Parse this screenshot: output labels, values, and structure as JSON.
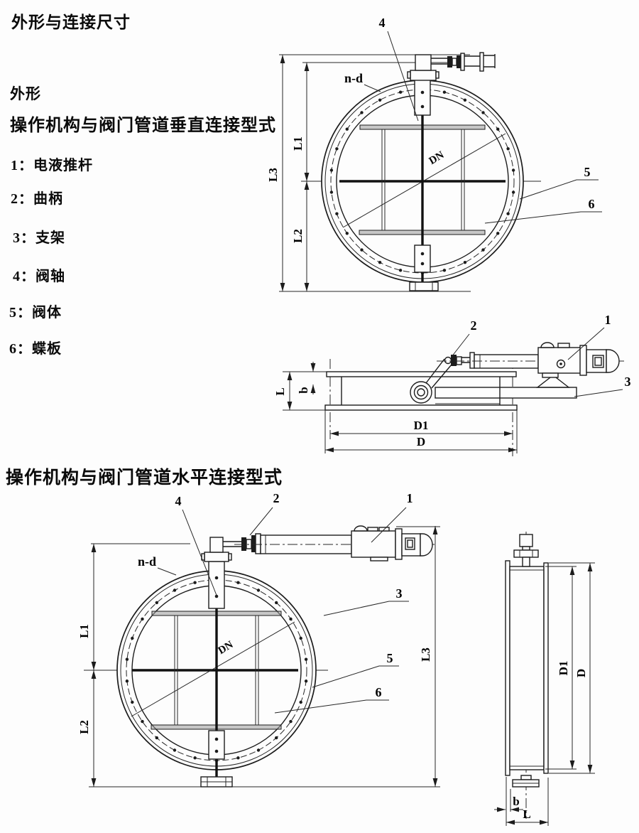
{
  "page": {
    "title": "外形与连接尺寸",
    "outline_label": "外形",
    "vertical_section_heading": "操作机构与阀门管道垂直连接型式",
    "horizontal_section_heading": "操作机构与阀门管道水平连接型式",
    "ink": "#1c1c1c",
    "paper": "#fdfdfd"
  },
  "legend": {
    "items": [
      {
        "label": "1：电液推杆"
      },
      {
        "label": "2：曲柄"
      },
      {
        "label": "3：支架"
      },
      {
        "label": "4：阀轴"
      },
      {
        "label": "5：阀体"
      },
      {
        "label": "6：蝶板"
      }
    ]
  },
  "dims": {
    "L1": "L1",
    "L2": "L2",
    "L3": "L3",
    "DN": "DN",
    "n_d": "n-d",
    "D1": "D1",
    "D": "D",
    "L": "L",
    "b": "b"
  },
  "callouts": {
    "c1": "1",
    "c2": "2",
    "c3": "3",
    "c4": "4",
    "c5": "5",
    "c6": "6"
  }
}
